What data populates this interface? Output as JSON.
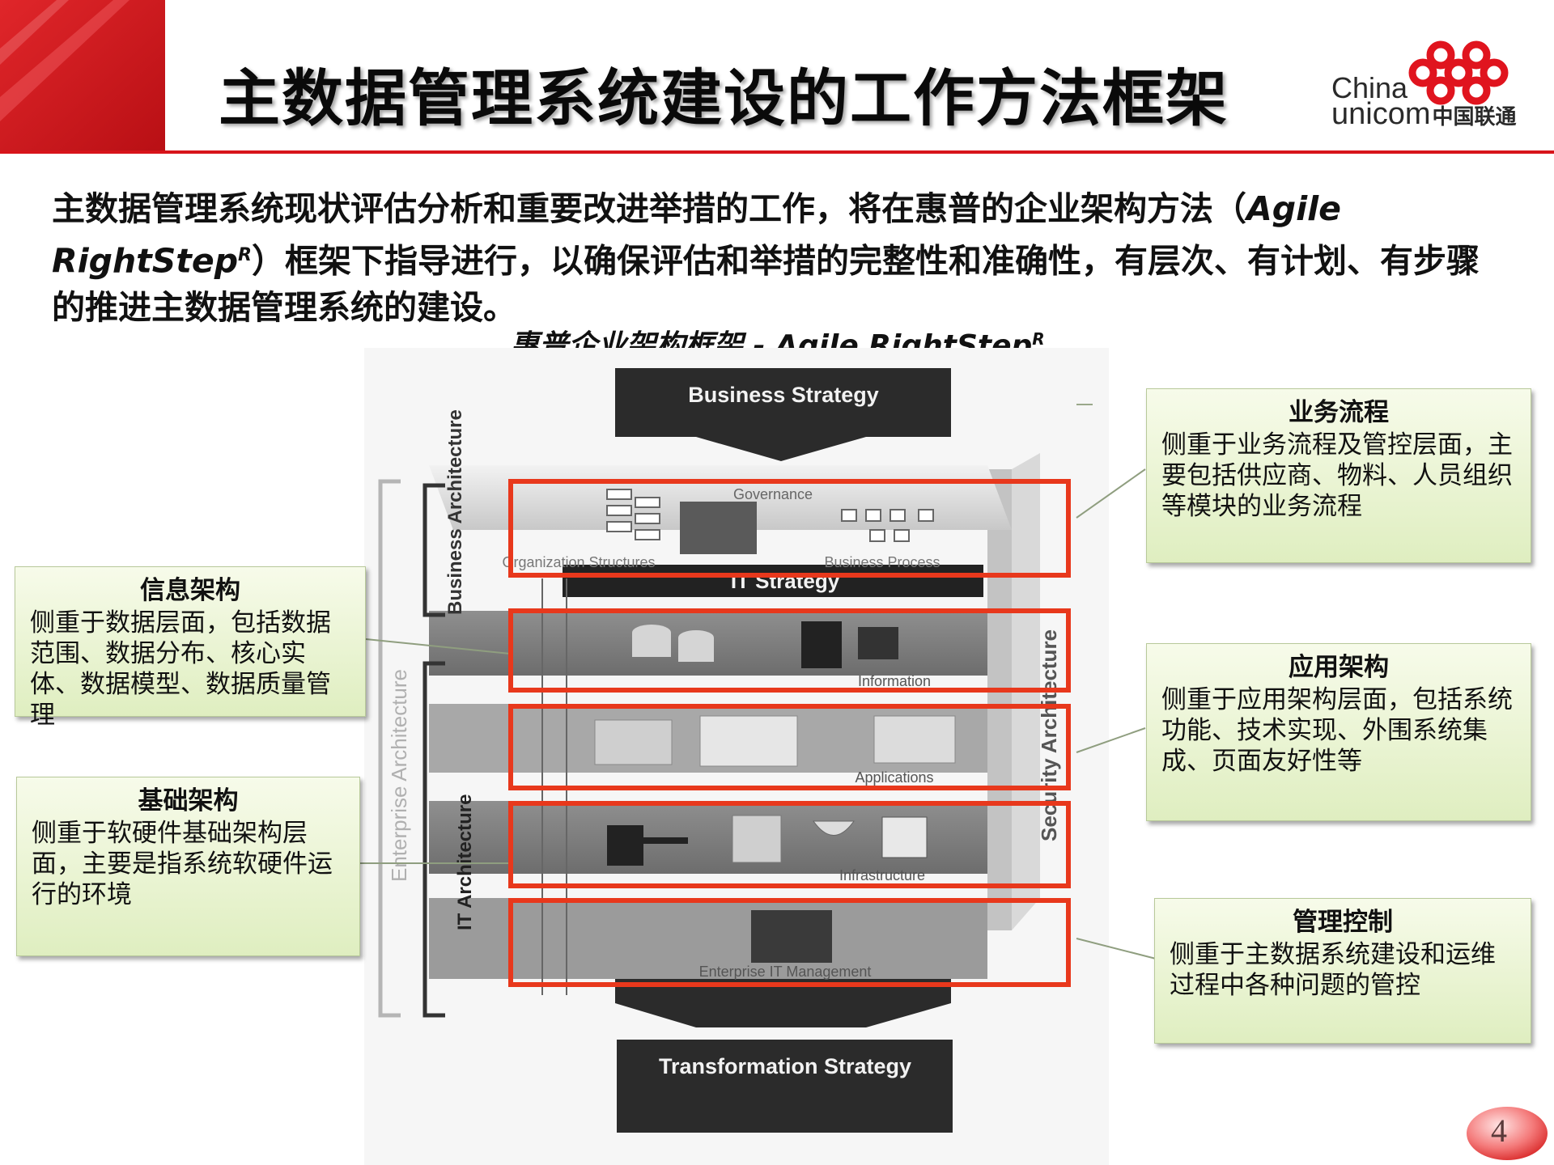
{
  "header": {
    "title": "主数据管理系统建设的工作方法框架",
    "logo": {
      "line1": "China",
      "line2": "unicom",
      "line2_cn": "中国联通"
    }
  },
  "intro": {
    "text_before": "主数据管理系统现状评估分析和重要改进举措的工作，将在惠普的企业架构方法（",
    "method_name": "Agile RightStep",
    "superscript": "R",
    "text_after": "）框架下指导进行，以确保评估和举措的完整性和准确性，有层次、有计划、有步骤的推进主数据管理系统的建设。"
  },
  "diagram": {
    "caption_cn": "惠普企业架构框架",
    "caption_sep": " - ",
    "caption_en": "Agile RightStep",
    "caption_sup": "R",
    "top_arrow": "Business Strategy",
    "bottom_arrow": "Transformation Strategy",
    "middle_band": "IT Strategy",
    "side_labels": {
      "enterprise": "Enterprise Architecture",
      "business": "Business Architecture",
      "it": "IT Architecture",
      "security": "Security Architecture"
    },
    "layers": [
      {
        "label": "Governance",
        "left": "Organization Structures",
        "right": "Business Process"
      },
      {
        "label": "Information"
      },
      {
        "label": "Applications"
      },
      {
        "label": "Infrastructure"
      },
      {
        "label": "Enterprise IT Management"
      }
    ]
  },
  "callouts": {
    "business_process": {
      "title": "业务流程",
      "body": "侧重于业务流程及管控层面，主要包括供应商、物料、人员组织等模块的业务流程"
    },
    "information": {
      "title": "信息架构",
      "body": "侧重于数据层面，包括数据范围、数据分布、核心实体、数据模型、数据质量管理"
    },
    "application": {
      "title": "应用架构",
      "body": "侧重于应用架构层面，包括系统功能、技术实现、外围系统集成、页面友好性等"
    },
    "infrastructure": {
      "title": "基础架构",
      "body": "侧重于软硬件基础架构层面，主要是指系统软硬件运行的环境"
    },
    "management": {
      "title": "管理控制",
      "body": "侧重于主数据系统建设和运维过程中各种问题的管控"
    }
  },
  "page_number": "4",
  "colors": {
    "accent_red": "#d7141a",
    "highlight_red": "#e8381c",
    "callout_green": "#e6f2cf"
  }
}
